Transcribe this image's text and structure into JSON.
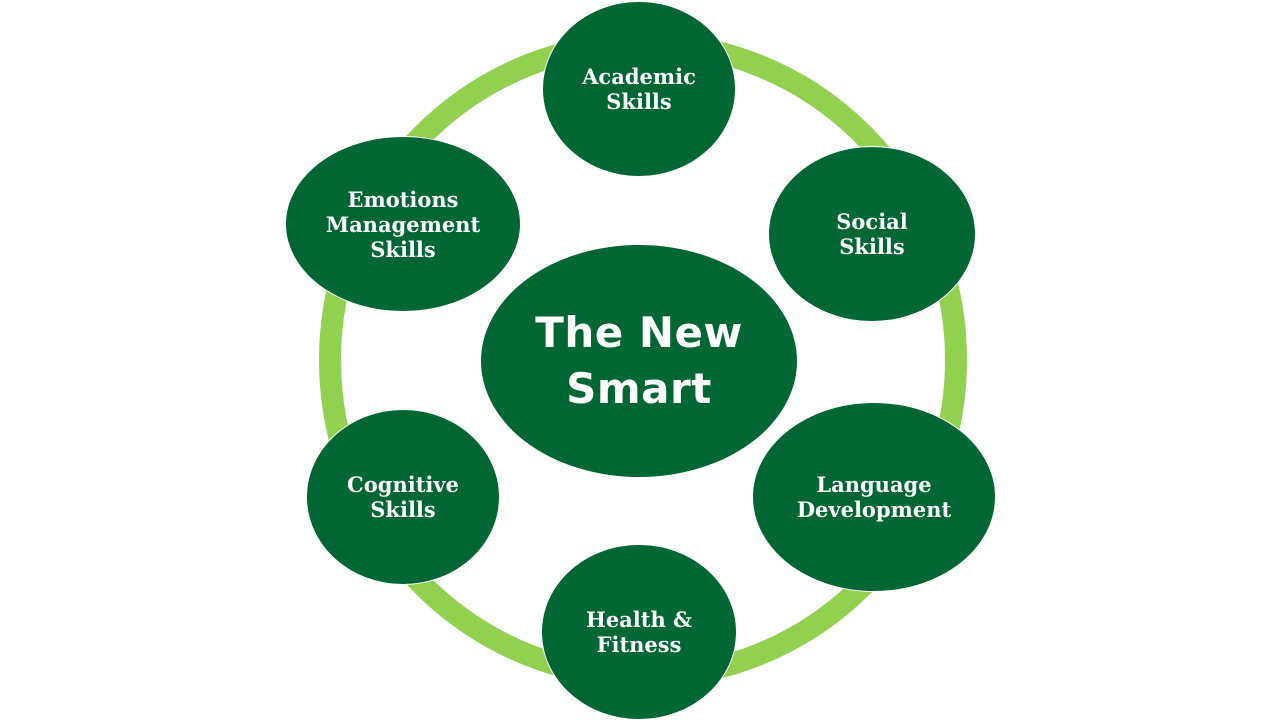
{
  "colors": {
    "node_fill": "#006633",
    "ring": "#92D050",
    "text": "#FFFFFF",
    "background": "#FFFFFF"
  },
  "center": {
    "label": "The New\nSmart"
  },
  "nodes": {
    "academic": "Academic\nSkills",
    "social": "Social\nSkills",
    "language": "Language\nDevelopment",
    "health": "Health &\nFitness",
    "cognitive": "Cognitive\nSkills",
    "emotions": "Emotions\nManagement\nSkills"
  }
}
